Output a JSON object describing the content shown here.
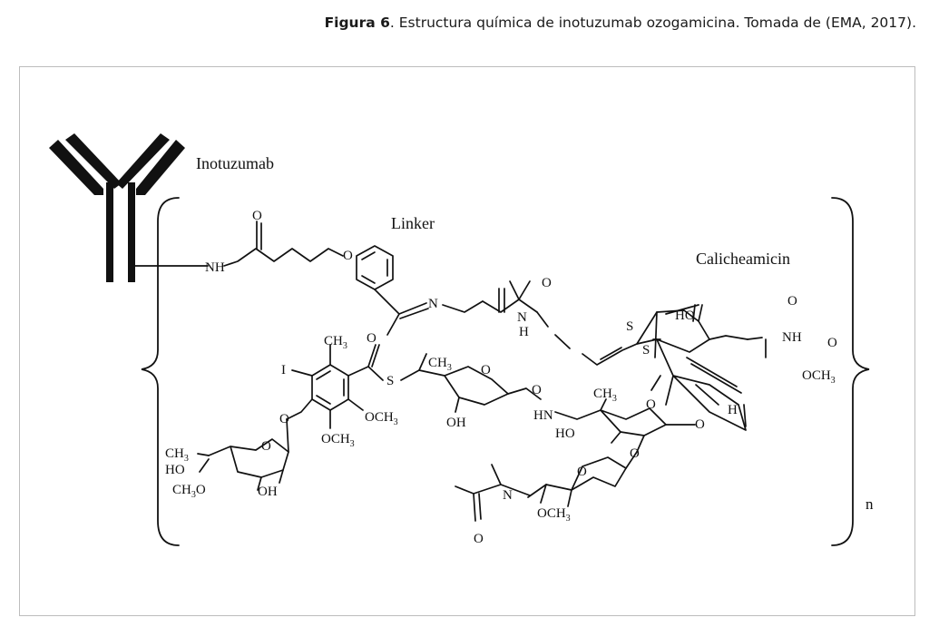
{
  "caption": {
    "figure_label": "Figura 6",
    "text": ". Estructura química de inotuzumab ozogamicina. Tomada de (EMA, 2017)."
  },
  "diagram": {
    "labels": {
      "antibody": "Inotuzumab",
      "linker": "Linker",
      "payload": "Calicheamicin",
      "repeat": "n"
    },
    "atoms": {
      "nh_amide": "NH",
      "o_carbonyl_1": "O",
      "o_ether": "O",
      "n_hydrazone_1": "N",
      "n_hydrazone_2": "N",
      "h_hydrazone": "H",
      "o_carbonyl_2": "O",
      "s_disulfide_1": "S",
      "s_disulfide_2": "S",
      "ho_ring": "HO",
      "o_ketone": "O",
      "nh_carbamate": "NH",
      "o_carbamate": "O",
      "och3_carbamate": "OCH",
      "h_ring": "H",
      "ch3_aryl": "CH",
      "o_thioester": "O",
      "i_aryl": "I",
      "s_thioester": "S",
      "ch3_sugar1": "CH",
      "o_ring_sugar1": "O",
      "oh_sugar1": "OH",
      "o_glycosidic_1": "O",
      "och3_aryl_1": "OCH",
      "och3_aryl_2": "OCH",
      "o_aryl_glycosidic": "O",
      "hn_sugar2": "HN",
      "ch3_sugar2": "CH",
      "o_ring_sugar2": "O",
      "ho_sugar2": "HO",
      "o_glycosidic_2": "O",
      "o_glycosidic_3": "O",
      "ch3_sugar4": "CH",
      "o_ring_sugar4": "O",
      "ho_sugar4": "HO",
      "ch3o_sugar4": "CH",
      "oh_sugar4": "OH",
      "n_amide2": "N",
      "o_ring_sugar3": "O",
      "och3_sugar3": "OCH",
      "o_acetyl": "O"
    },
    "subscripts": {
      "three": "3"
    }
  }
}
